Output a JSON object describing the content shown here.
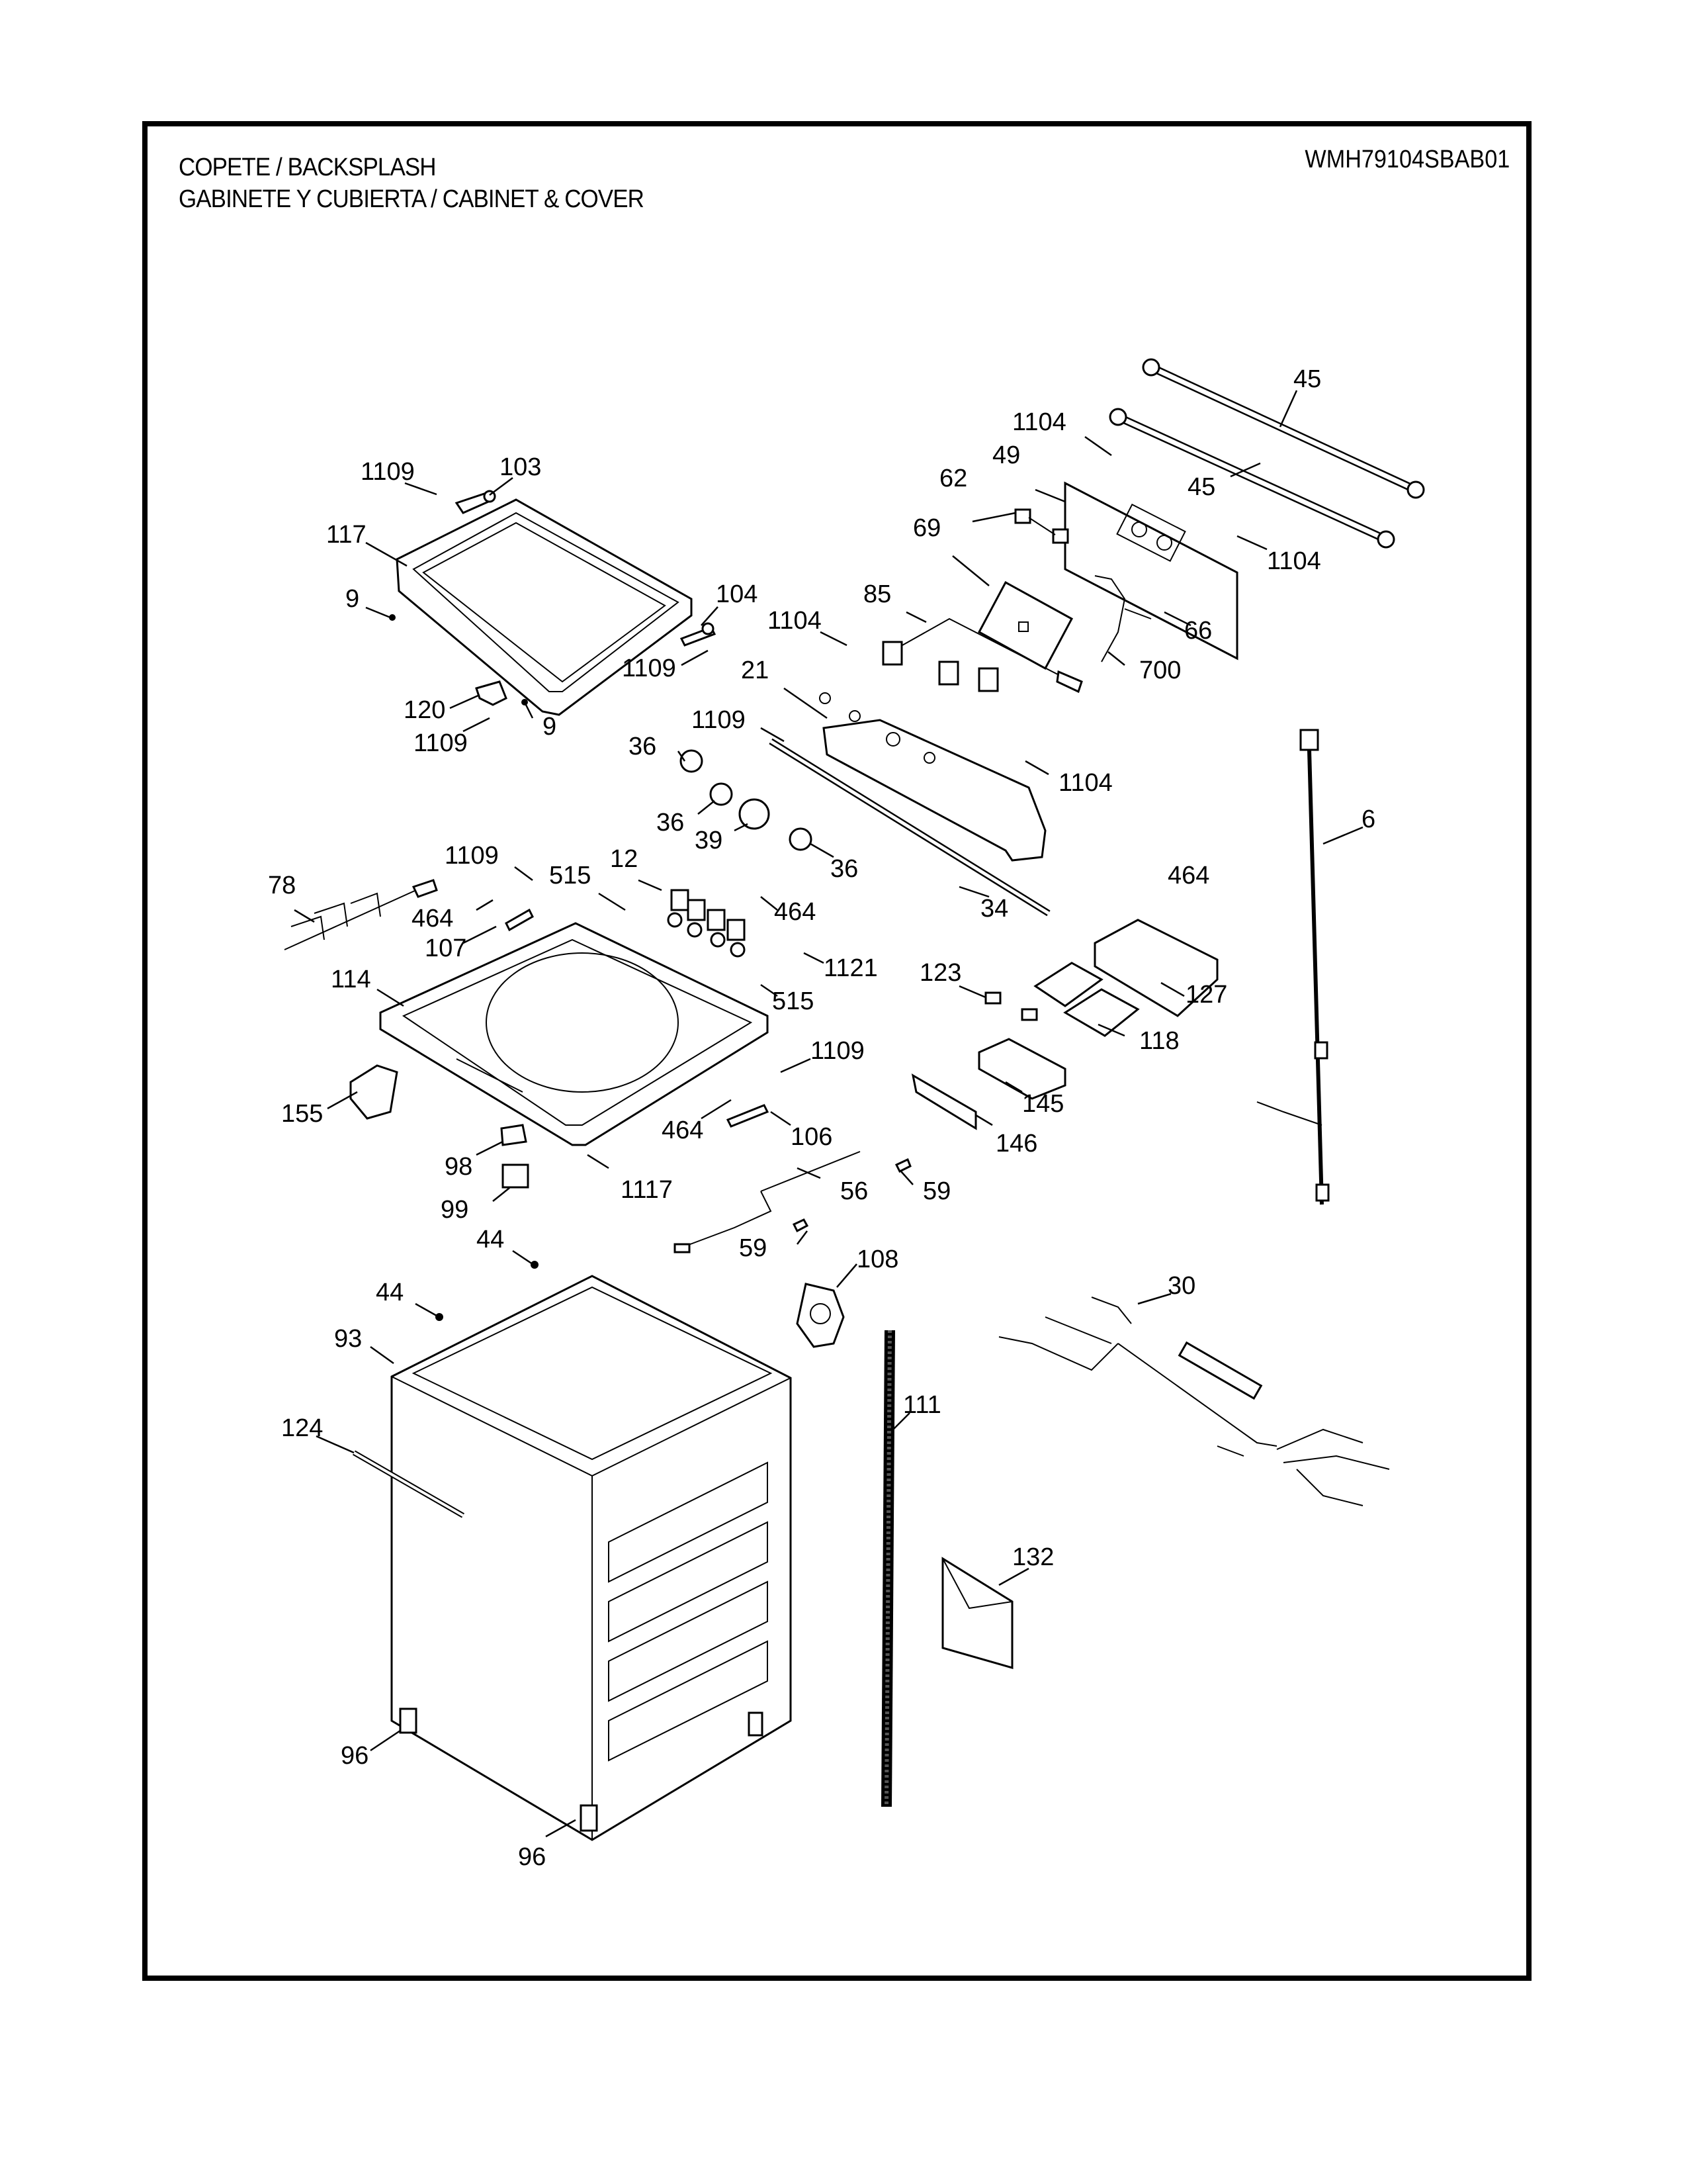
{
  "header": {
    "title_line_1": "COPETE / BACKSPLASH",
    "title_line_2": "GABINETE Y CUBIERTA / CABINET & COVER",
    "model_number": "WMH79104SBAB01"
  },
  "colors": {
    "ink": "#000000",
    "paper": "#ffffff"
  },
  "callouts": [
    {
      "id": "c-1109-a",
      "text": "1109"
    },
    {
      "id": "c-103",
      "text": "103"
    },
    {
      "id": "c-117",
      "text": "117"
    },
    {
      "id": "c-9-a",
      "text": "9"
    },
    {
      "id": "c-104",
      "text": "104"
    },
    {
      "id": "c-1109-b",
      "text": "1109"
    },
    {
      "id": "c-120",
      "text": "120"
    },
    {
      "id": "c-9-b",
      "text": "9"
    },
    {
      "id": "c-1109-c",
      "text": "1109"
    },
    {
      "id": "c-1104-a",
      "text": "1104"
    },
    {
      "id": "c-49",
      "text": "49"
    },
    {
      "id": "c-62",
      "text": "62"
    },
    {
      "id": "c-69",
      "text": "69"
    },
    {
      "id": "c-45-a",
      "text": "45"
    },
    {
      "id": "c-45-b",
      "text": "45"
    },
    {
      "id": "c-1104-b",
      "text": "1104"
    },
    {
      "id": "c-85",
      "text": "85"
    },
    {
      "id": "c-1104-c",
      "text": "1104"
    },
    {
      "id": "c-66",
      "text": "66"
    },
    {
      "id": "c-700",
      "text": "700"
    },
    {
      "id": "c-21",
      "text": "21"
    },
    {
      "id": "c-1109-d",
      "text": "1109"
    },
    {
      "id": "c-1104-d",
      "text": "1104"
    },
    {
      "id": "c-36-a",
      "text": "36"
    },
    {
      "id": "c-36-b",
      "text": "36"
    },
    {
      "id": "c-39",
      "text": "39"
    },
    {
      "id": "c-36-c",
      "text": "36"
    },
    {
      "id": "c-34",
      "text": "34"
    },
    {
      "id": "c-6",
      "text": "6"
    },
    {
      "id": "c-78",
      "text": "78"
    },
    {
      "id": "c-1109-e",
      "text": "1109"
    },
    {
      "id": "c-515-a",
      "text": "515"
    },
    {
      "id": "c-12",
      "text": "12"
    },
    {
      "id": "c-464-a",
      "text": "464"
    },
    {
      "id": "c-464-b",
      "text": "464"
    },
    {
      "id": "c-107",
      "text": "107"
    },
    {
      "id": "c-1121",
      "text": "1121"
    },
    {
      "id": "c-114",
      "text": "114"
    },
    {
      "id": "c-515-b",
      "text": "515"
    },
    {
      "id": "c-464-c",
      "text": "464"
    },
    {
      "id": "c-123",
      "text": "123"
    },
    {
      "id": "c-127",
      "text": "127"
    },
    {
      "id": "c-118",
      "text": "118"
    },
    {
      "id": "c-1109-f",
      "text": "1109"
    },
    {
      "id": "c-155",
      "text": "155"
    },
    {
      "id": "c-464-d",
      "text": "464"
    },
    {
      "id": "c-106",
      "text": "106"
    },
    {
      "id": "c-145",
      "text": "145"
    },
    {
      "id": "c-146",
      "text": "146"
    },
    {
      "id": "c-98",
      "text": "98"
    },
    {
      "id": "c-1117",
      "text": "1117"
    },
    {
      "id": "c-56",
      "text": "56"
    },
    {
      "id": "c-59-a",
      "text": "59"
    },
    {
      "id": "c-99",
      "text": "99"
    },
    {
      "id": "c-44-a",
      "text": "44"
    },
    {
      "id": "c-59-b",
      "text": "59"
    },
    {
      "id": "c-108",
      "text": "108"
    },
    {
      "id": "c-44-b",
      "text": "44"
    },
    {
      "id": "c-30",
      "text": "30"
    },
    {
      "id": "c-93",
      "text": "93"
    },
    {
      "id": "c-111",
      "text": "111"
    },
    {
      "id": "c-124",
      "text": "124"
    },
    {
      "id": "c-132",
      "text": "132"
    },
    {
      "id": "c-96-a",
      "text": "96"
    },
    {
      "id": "c-96-b",
      "text": "96"
    }
  ]
}
